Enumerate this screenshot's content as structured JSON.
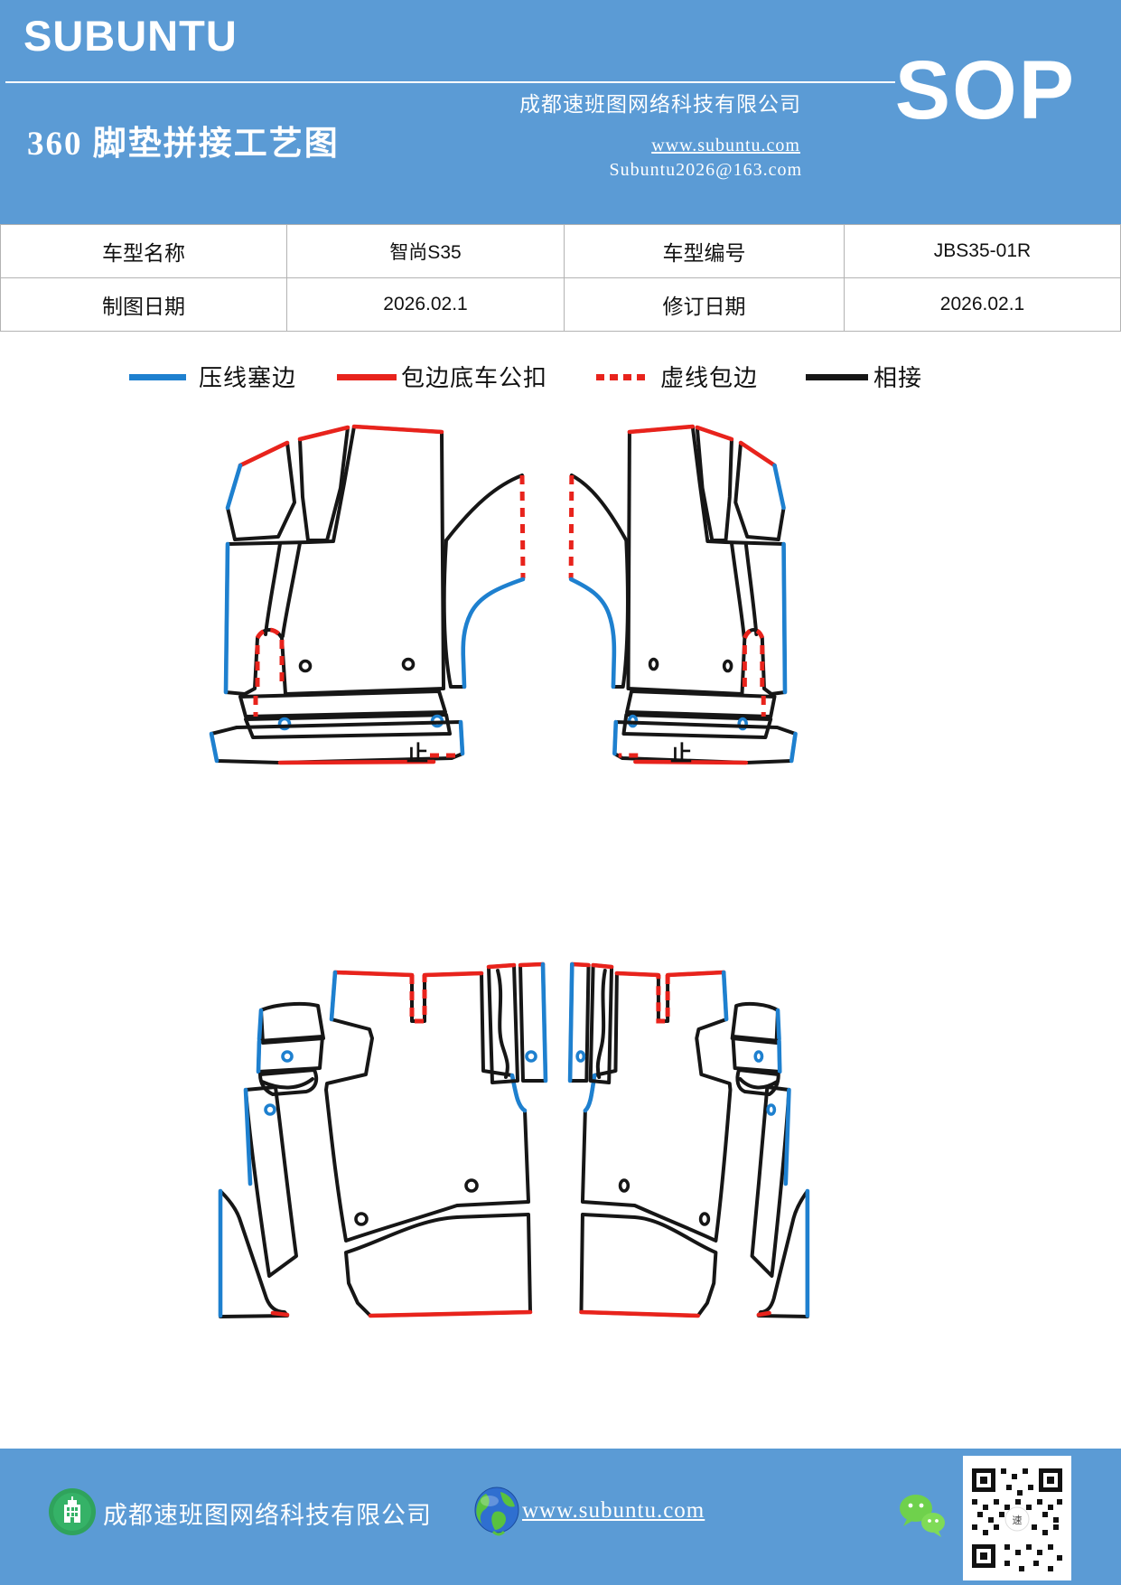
{
  "colors": {
    "header_blue": "#5B9BD5",
    "line_blue": "#1E80CF",
    "line_red": "#E8231C",
    "line_black": "#161616",
    "table_border": "#b3b3b3",
    "footer_icon_green": "#2FA35C",
    "wechat_green": "#6FD14C"
  },
  "header": {
    "brand": "SUBUNTU",
    "title": "360 脚垫拼接工艺图",
    "company": "成都速班图网络科技有限公司",
    "website": "www.subuntu.com",
    "email": "Subuntu2026@163.com",
    "sop": "SOP"
  },
  "info_table": {
    "rows": [
      [
        "车型名称",
        "智尚S35",
        "车型编号",
        "JBS35-01R"
      ],
      [
        "制图日期",
        "2026.02.1",
        "修订日期",
        "2026.02.1"
      ]
    ]
  },
  "legend": {
    "items": [
      {
        "label": "压线塞边",
        "style": "solid",
        "color": "#1E80CF"
      },
      {
        "label": "包边底车公扣",
        "style": "solid",
        "color": "#E8231C"
      },
      {
        "label": "虚线包边",
        "style": "dashed",
        "color": "#E8231C"
      },
      {
        "label": "相接",
        "style": "solid",
        "color": "#161616"
      }
    ]
  },
  "diagram": {
    "stop_mark": "止"
  },
  "footer": {
    "company": "成都速班图网络科技有限公司",
    "website": "www.subuntu.com"
  }
}
